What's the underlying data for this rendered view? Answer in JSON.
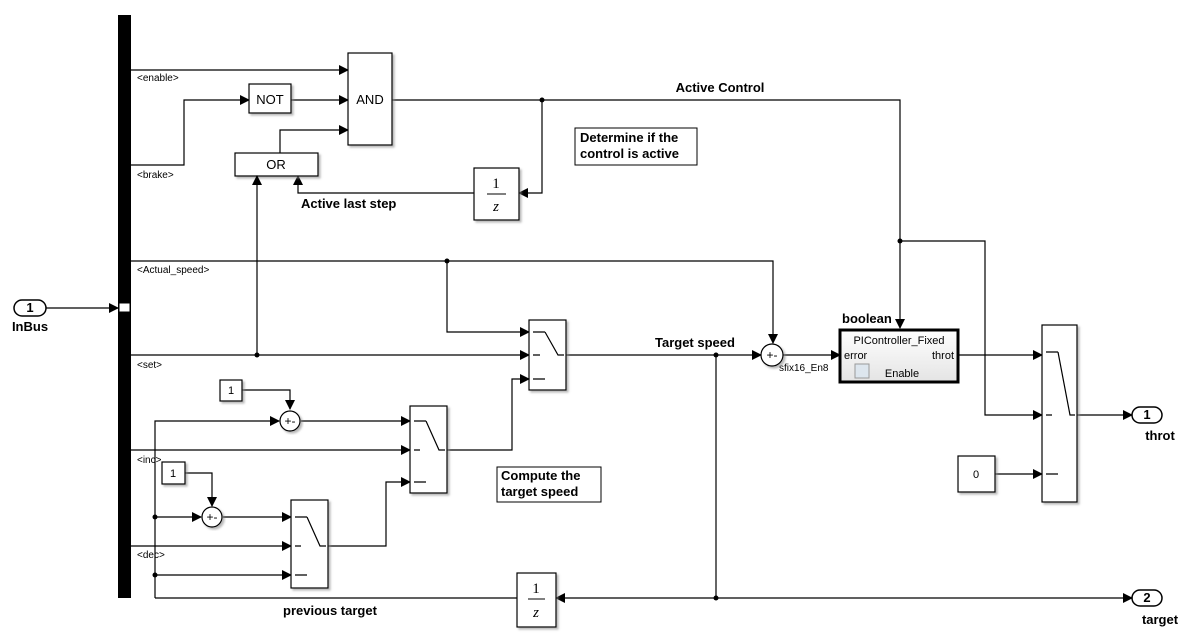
{
  "ports": {
    "inbus": {
      "number": "1",
      "label": "InBus"
    },
    "throt": {
      "number": "1",
      "label": "throt"
    },
    "target": {
      "number": "2",
      "label": "target"
    }
  },
  "signals": {
    "enable": "<enable>",
    "brake": "<brake>",
    "actual_speed": "<Actual_speed>",
    "set": "<set>",
    "inc": "<inc>",
    "dec": "<dec>",
    "active_control": "Active Control",
    "active_last_step": "Active last step",
    "target_speed": "Target speed",
    "previous_target": "previous target",
    "datatype_error": "sfix16_En8",
    "datatype_enable": "boolean"
  },
  "blocks": {
    "and": "AND",
    "not": "NOT",
    "or": "OR",
    "delay_num": "1",
    "delay_den": "z",
    "const_one": "1",
    "const_zero": "0",
    "sum_signs": "+-",
    "pi_name": "PIController_Fixed",
    "pi_in": "error",
    "pi_out": "throt",
    "pi_enable": "Enable"
  },
  "annotations": {
    "determine_1": "Determine if the",
    "determine_2": "control is active",
    "compute_1": "Compute the",
    "compute_2": "target speed"
  }
}
